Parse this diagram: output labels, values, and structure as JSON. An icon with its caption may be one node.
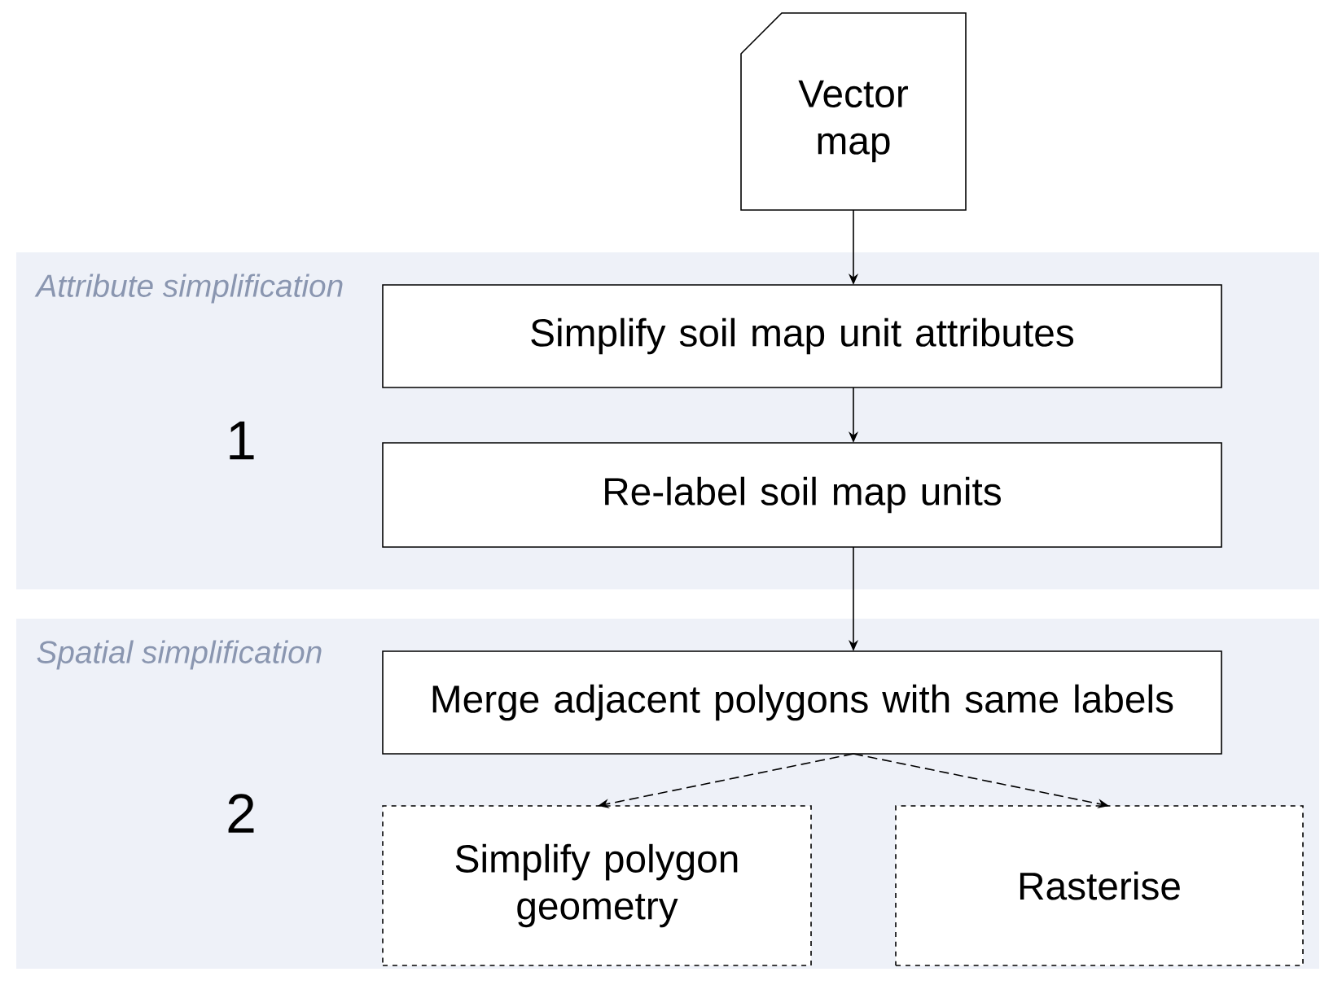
{
  "diagram": {
    "nodes": [
      {
        "text": [
          "Vector map"
        ]
      },
      {
        "text": [
          "Attribute simplification",
          "1"
        ]
      },
      {
        "text": [
          "Simplify soil map unit attributes"
        ],
        "in": 1
      },
      {
        "text": [
          "Re-label soil map units"
        ],
        "in": 1
      },
      {
        "text": [
          "Spatial simplification",
          "2"
        ]
      },
      {
        "text": [
          "Merge adjacent polygons with same labels"
        ],
        "in": 4
      },
      {
        "text": [
          "Simplify polygon geometry"
        ],
        "in": 4
      },
      {
        "text": [
          "Rasterise"
        ],
        "in": 4
      }
    ],
    "edges": [
      {
        "from": 0,
        "to": 2,
        "arrow": "to"
      },
      {
        "from": 2,
        "to": 3,
        "arrow": "to"
      },
      {
        "from": 3,
        "to": 5,
        "arrow": "to"
      },
      {
        "from": 5,
        "to": 6,
        "arrow": "to",
        "style": "dashed"
      },
      {
        "from": 5,
        "to": 7,
        "arrow": "to",
        "style": "dashed"
      }
    ]
  }
}
